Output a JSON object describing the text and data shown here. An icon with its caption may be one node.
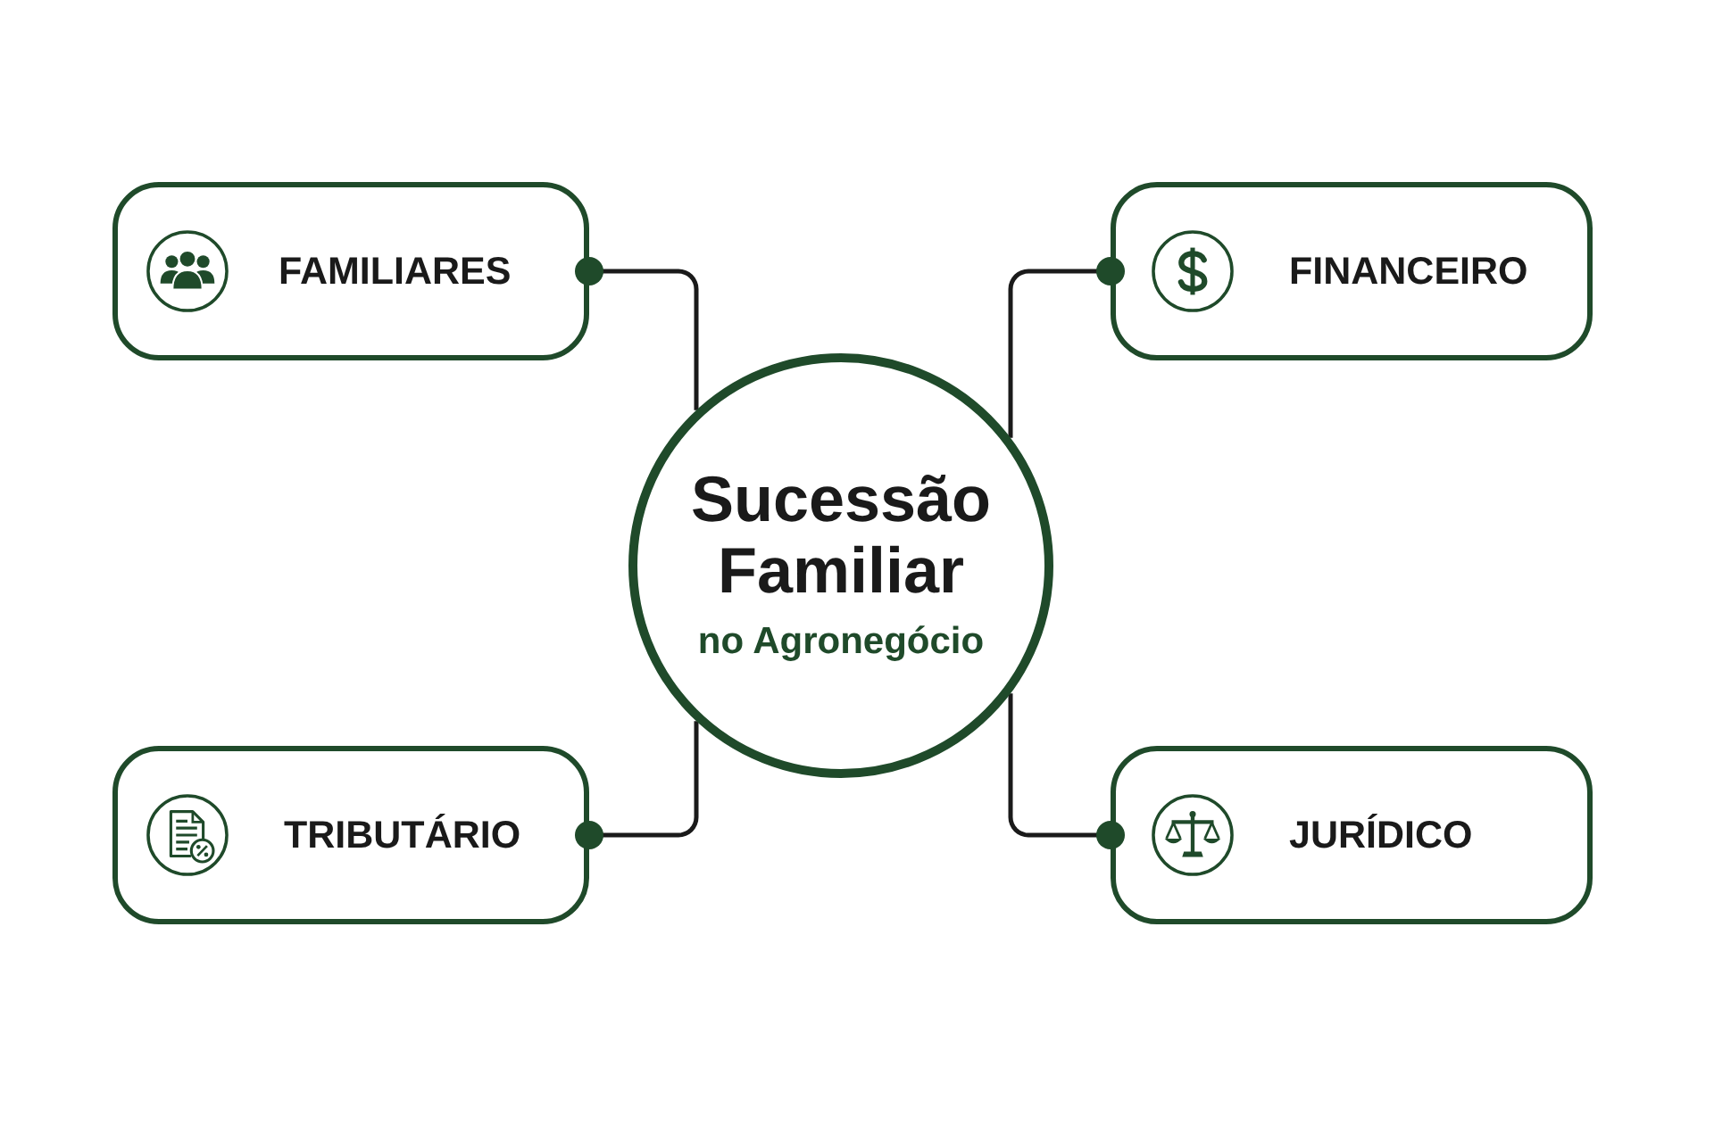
{
  "diagram": {
    "nodes": [
      {
        "text": [
          "Sucessão Familiar",
          "no Agronegócio"
        ]
      },
      {
        "text": [
          "FAMILIARES"
        ]
      },
      {
        "text": [
          "FINANCEIRO"
        ]
      },
      {
        "text": [
          "TRIBUTÁRIO"
        ]
      },
      {
        "text": [
          "JURÍDICO"
        ]
      }
    ],
    "edges": [
      {
        "from": 0,
        "to": 1,
        "arrow": "other"
      },
      {
        "from": 0,
        "to": 2,
        "arrow": "other"
      },
      {
        "from": 0,
        "to": 3,
        "arrow": "other"
      },
      {
        "from": 0,
        "to": 4,
        "arrow": "other"
      }
    ]
  }
}
